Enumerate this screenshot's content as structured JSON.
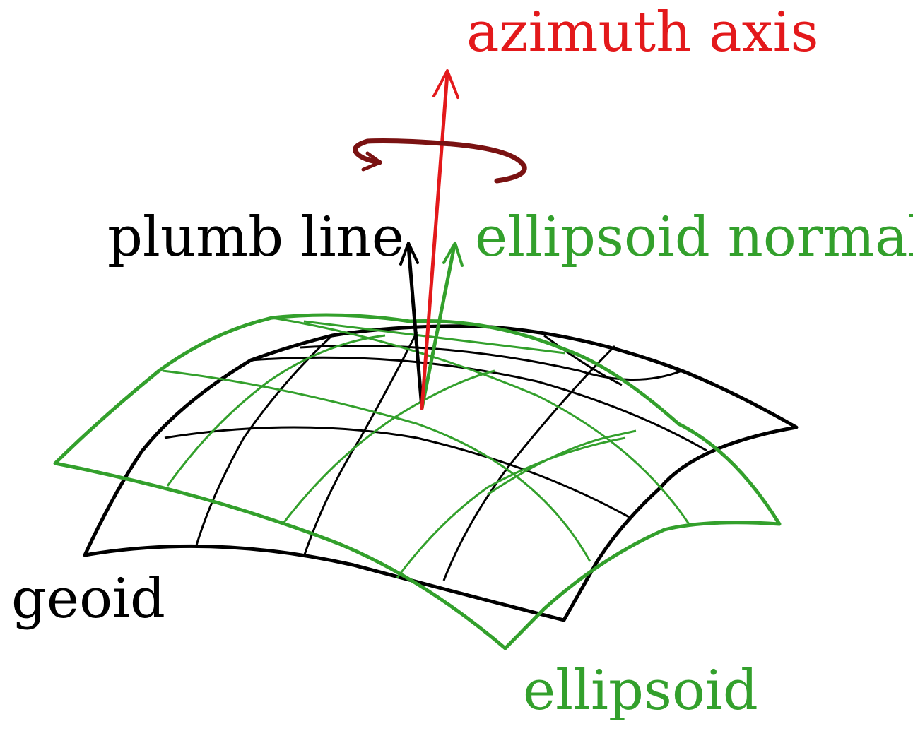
{
  "labels": {
    "azimuth_axis": "azimuth axis",
    "plumb_line": "plumb line",
    "ellipsoid_normal": "ellipsoid normal",
    "geoid": "geoid",
    "ellipsoid": "ellipsoid"
  },
  "colors": {
    "azimuth_axis": "#e3191b",
    "rotation_arrow": "#7a1212",
    "plumb_line": "#000000",
    "ellipsoid": "#33a02c",
    "geoid": "#000000",
    "text_black": "#000000",
    "text_green": "#33a02c",
    "text_red": "#e3191b"
  }
}
